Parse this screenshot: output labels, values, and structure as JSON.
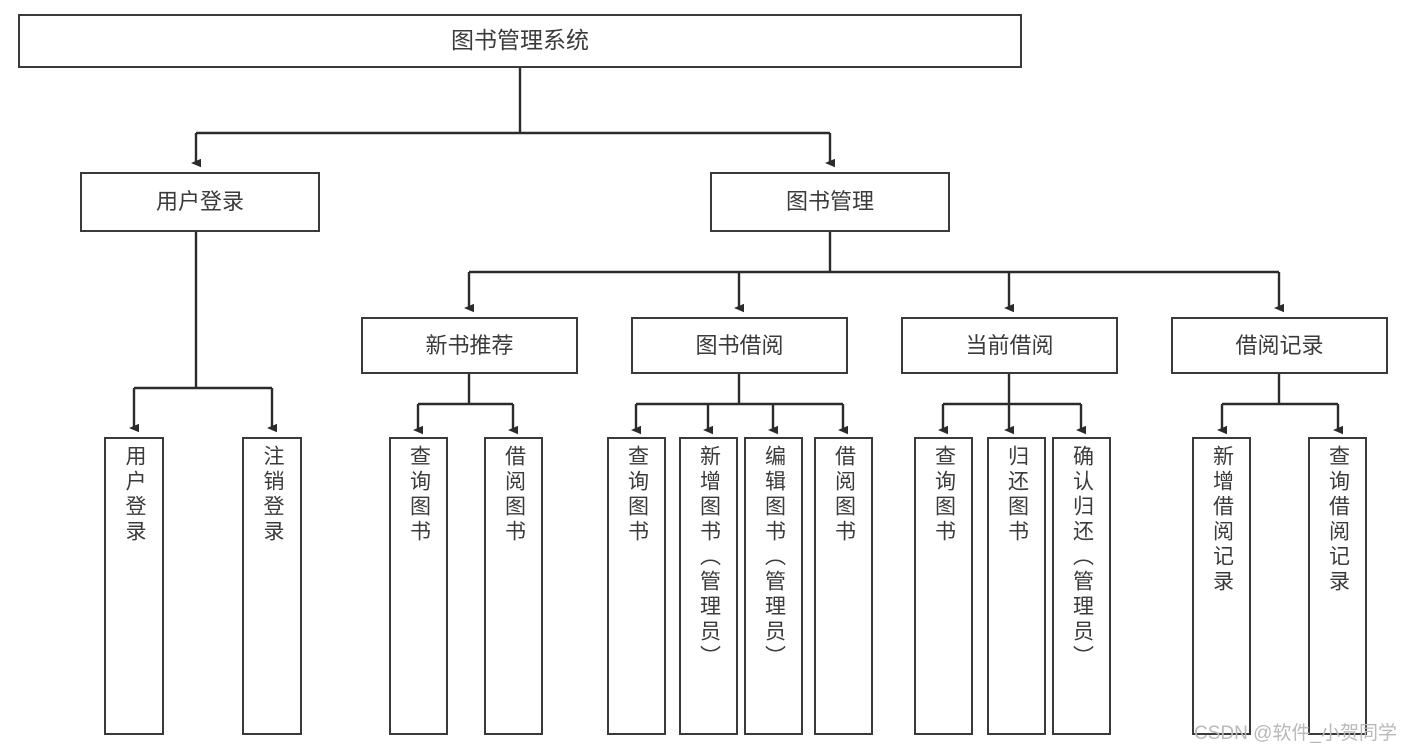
{
  "diagram": {
    "title": "图书管理系统",
    "type": "tree-hierarchy-chart",
    "orientation": "top-down",
    "colors": {
      "box_border": "#3a3a3a",
      "box_fill": "#ffffff",
      "text": "#3b3b3b",
      "connector": "#2b2b2b",
      "watermark": "#b9b9b9",
      "background": "#ffffff"
    },
    "root": {
      "id": "root",
      "label": "图书管理系统",
      "text_direction": "horizontal"
    },
    "level2": [
      {
        "id": "user-login",
        "label": "用户登录",
        "text_direction": "horizontal"
      },
      {
        "id": "book-management",
        "label": "图书管理",
        "text_direction": "horizontal"
      }
    ],
    "level3": [
      {
        "id": "new-book-recommend",
        "label": "新书推荐",
        "parent": "book-management",
        "text_direction": "horizontal"
      },
      {
        "id": "book-borrow",
        "label": "图书借阅",
        "parent": "book-management",
        "text_direction": "horizontal"
      },
      {
        "id": "current-borrow",
        "label": "当前借阅",
        "parent": "book-management",
        "text_direction": "horizontal"
      },
      {
        "id": "borrow-record",
        "label": "借阅记录",
        "parent": "book-management",
        "text_direction": "horizontal"
      }
    ],
    "leaves": [
      {
        "id": "leaf-user-login",
        "label": "用户登录",
        "parent": "user-login",
        "text_direction": "vertical"
      },
      {
        "id": "leaf-logout-login",
        "label": "注销登录",
        "parent": "user-login",
        "text_direction": "vertical"
      },
      {
        "id": "leaf-query-book-1",
        "label": "查询图书",
        "parent": "new-book-recommend",
        "text_direction": "vertical"
      },
      {
        "id": "leaf-borrow-book-1",
        "label": "借阅图书",
        "parent": "new-book-recommend",
        "text_direction": "vertical"
      },
      {
        "id": "leaf-query-book-2",
        "label": "查询图书",
        "parent": "book-borrow",
        "text_direction": "vertical"
      },
      {
        "id": "leaf-add-book",
        "label": "新增图书（管理员）",
        "parent": "book-borrow",
        "text_direction": "vertical"
      },
      {
        "id": "leaf-edit-book",
        "label": "编辑图书（管理员）",
        "parent": "book-borrow",
        "text_direction": "vertical"
      },
      {
        "id": "leaf-borrow-book-2",
        "label": "借阅图书",
        "parent": "book-borrow",
        "text_direction": "vertical"
      },
      {
        "id": "leaf-query-book-3",
        "label": "查询图书",
        "parent": "current-borrow",
        "text_direction": "vertical"
      },
      {
        "id": "leaf-return-book",
        "label": "归还图书",
        "parent": "current-borrow",
        "text_direction": "vertical"
      },
      {
        "id": "leaf-confirm-return",
        "label": "确认归还（管理员）",
        "parent": "current-borrow",
        "text_direction": "vertical"
      },
      {
        "id": "leaf-add-borrow-record",
        "label": "新增借阅记录",
        "parent": "borrow-record",
        "text_direction": "vertical"
      },
      {
        "id": "leaf-query-borrow-record",
        "label": "查询借阅记录",
        "parent": "borrow-record",
        "text_direction": "vertical"
      }
    ],
    "watermark": "CSDN @软件_小贺同学"
  }
}
